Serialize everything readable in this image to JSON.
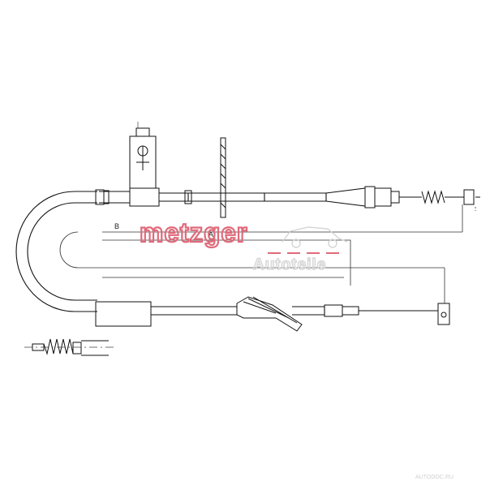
{
  "diagram": {
    "labels": {
      "dimension_a": "A",
      "dimension_b": "B"
    }
  },
  "logo": {
    "brand": "metzger",
    "sub": "Autoteile",
    "color": "#e06a7a"
  },
  "watermark": {
    "text": "AUTODOC.RU"
  },
  "colors": {
    "line": "#111111",
    "dash": "#333333"
  }
}
